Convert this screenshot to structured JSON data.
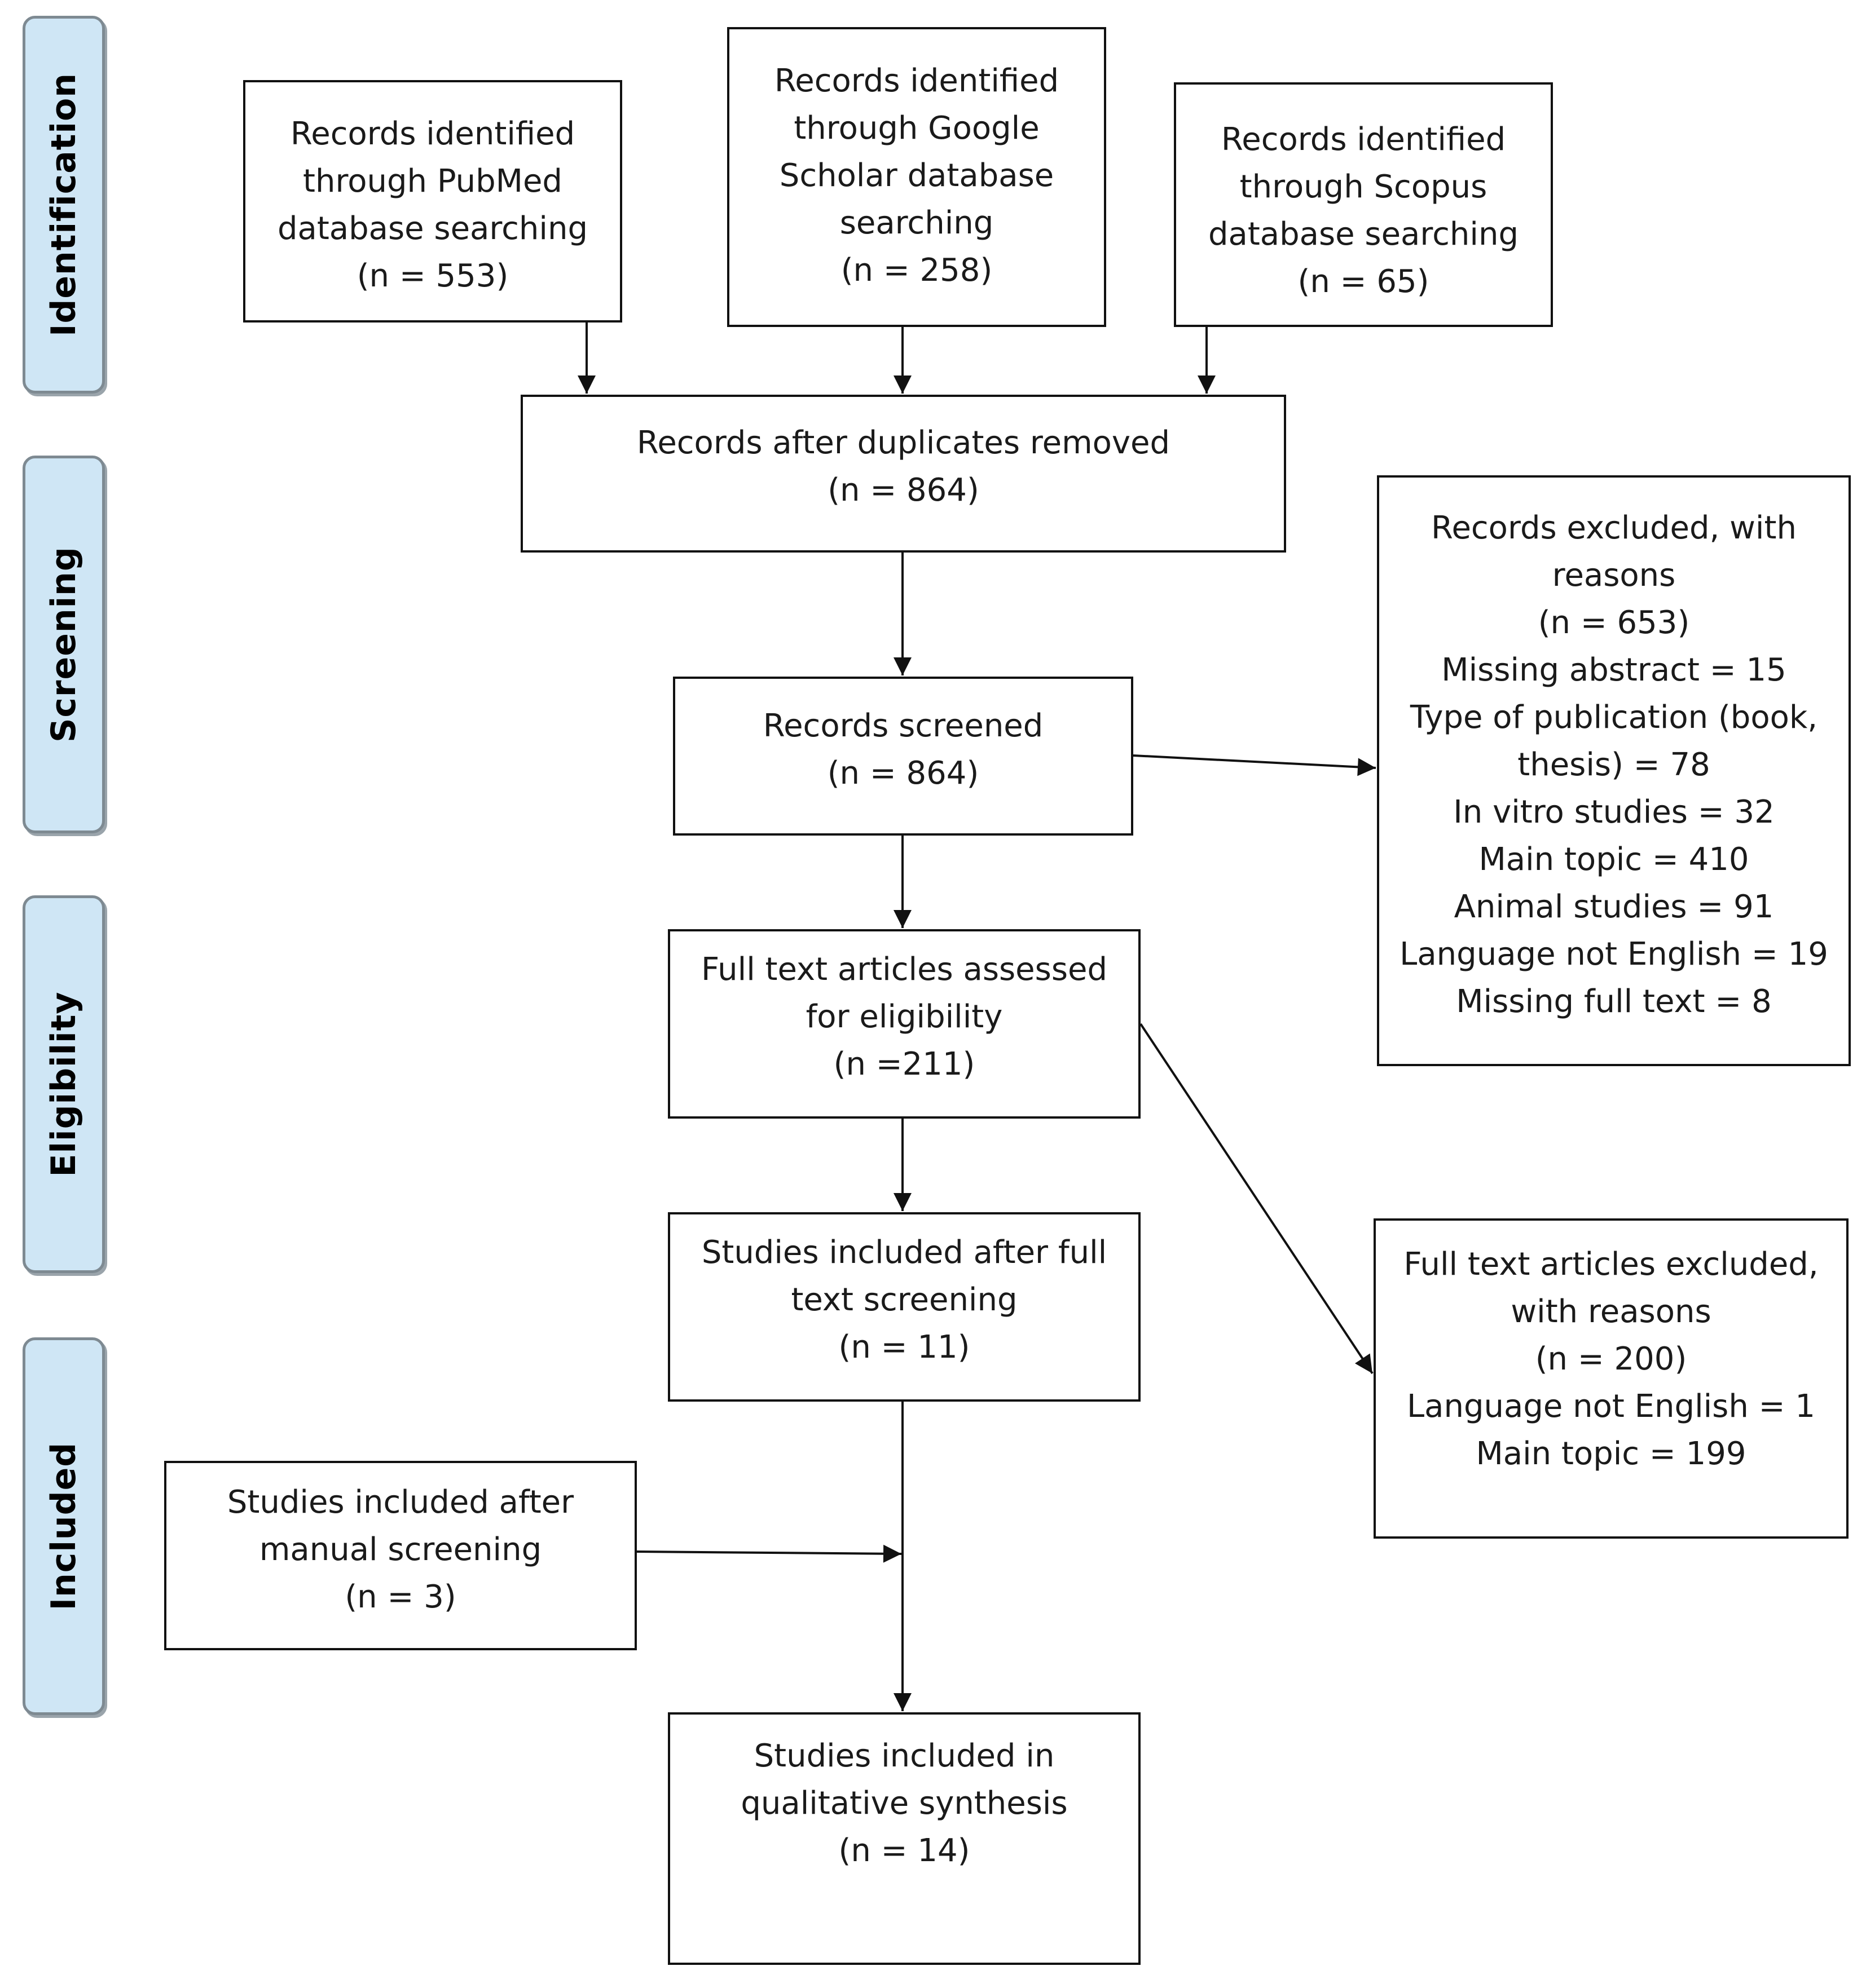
{
  "phases": {
    "identification": "Identification",
    "screening": "Screening",
    "eligibility": "Eligibility",
    "included": "Included"
  },
  "boxes": {
    "pubmed": [
      "Records identified",
      "through PubMed",
      "database searching",
      "(n = 553)"
    ],
    "google_scholar": [
      "Records identified",
      "through Google",
      "Scholar database",
      "searching",
      "(n = 258)"
    ],
    "scopus": [
      "Records identified",
      "through Scopus",
      "database searching",
      "(n = 65)"
    ],
    "duplicates_removed": [
      "Records after duplicates removed",
      "(n = 864)"
    ],
    "records_screened": [
      "Records screened",
      "(n = 864)"
    ],
    "records_excluded": [
      "Records excluded, with",
      "reasons",
      "(n = 653)",
      "Missing abstract = 15",
      "Type of publication (book,",
      "thesis) = 78",
      "In vitro studies = 32",
      "Main topic = 410",
      "Animal studies = 91",
      "Language not English = 19",
      "Missing full text = 8"
    ],
    "fulltext_assessed": [
      "Full text articles assessed",
      "for eligibility",
      "(n =211)"
    ],
    "fulltext_excluded": [
      "Full text articles excluded,",
      "with reasons",
      "(n = 200)",
      "Language not English = 1",
      "Main topic = 199"
    ],
    "after_fulltext": [
      "Studies included after full",
      "text screening",
      "(n = 11)"
    ],
    "manual_screening": [
      "Studies included after",
      "manual screening",
      "(n = 3)"
    ],
    "qualitative_synthesis": [
      "Studies included in",
      "qualitative synthesis",
      "(n = 14)"
    ]
  },
  "colors": {
    "phase_fill": "#cfe6f5",
    "phase_border": "#7e8a92",
    "box_border": "#111111",
    "arrow": "#111111"
  }
}
